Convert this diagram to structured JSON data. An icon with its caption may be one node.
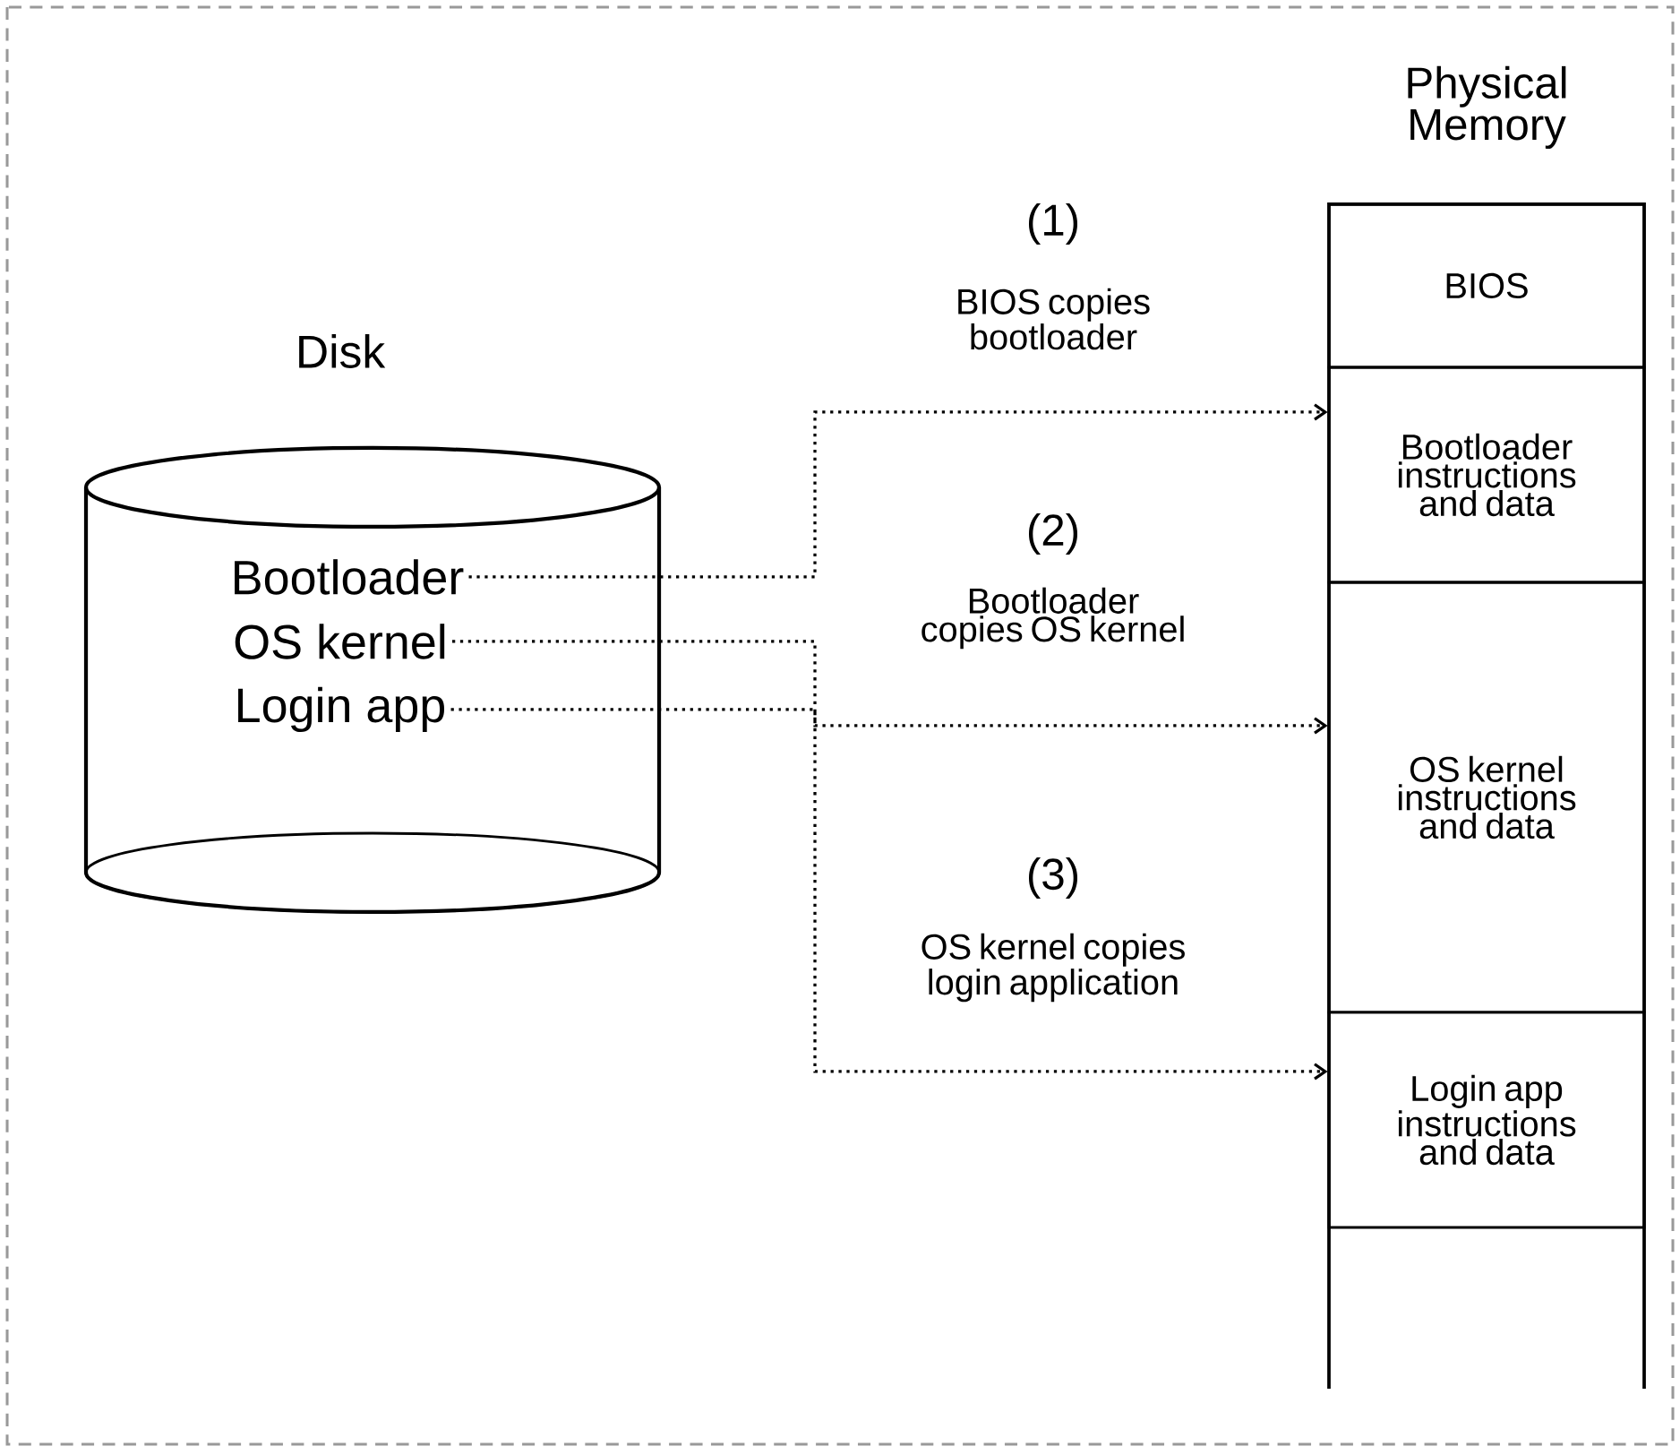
{
  "diagram": {
    "nodes": [
      {
        "text": [
          "Disk"
        ]
      },
      {
        "text": [
          "Bootloader"
        ],
        "in": 0
      },
      {
        "text": [
          "OS kernel"
        ],
        "in": 0
      },
      {
        "text": [
          "Login app"
        ],
        "in": 0
      },
      {
        "text": [
          "Physical Memory"
        ]
      },
      {
        "text": [
          "BIOS"
        ],
        "in": 4
      },
      {
        "text": [
          "Bootloader instructions and data"
        ],
        "in": 4
      },
      {
        "text": [
          "OS kernel instructions and data"
        ],
        "in": 4
      },
      {
        "text": [
          "Login app instructions and data"
        ],
        "in": 4
      }
    ],
    "edges": [
      {
        "from": 1,
        "to": 6,
        "arrow": "to",
        "label": "BIOS copies bootloader"
      },
      {
        "from": 2,
        "to": 7,
        "arrow": "to",
        "label": "Bootloader copies OS kernel"
      },
      {
        "from": 3,
        "to": 8,
        "arrow": "to",
        "label": "OS kernel copies login application"
      }
    ],
    "labels": [
      "(1)",
      "(2)",
      "(3)"
    ]
  }
}
